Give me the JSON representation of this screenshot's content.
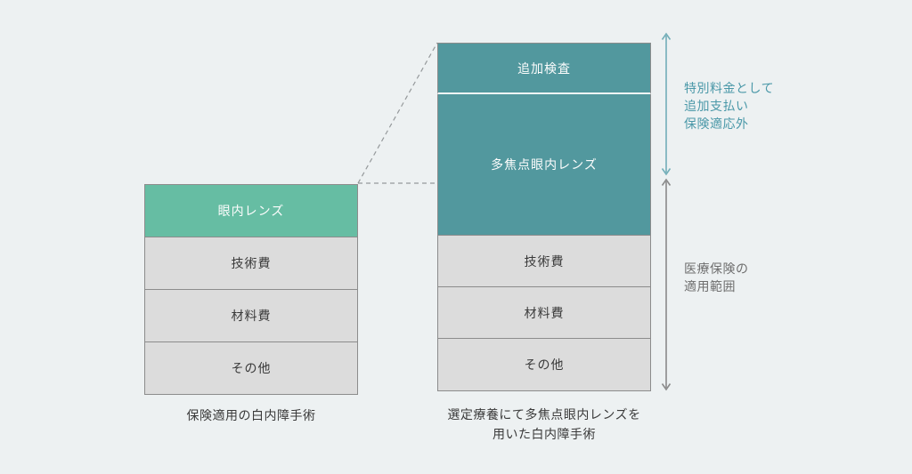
{
  "diagram": {
    "left_stack": {
      "caption": "保険適用の白内障手術",
      "segments": [
        {
          "label": "眼内レンズ"
        },
        {
          "label": "技術費"
        },
        {
          "label": "材料費"
        },
        {
          "label": "その他"
        }
      ]
    },
    "right_stack": {
      "caption": [
        "選定療養にて多焦点眼内レンズを",
        "用いた白内障手術"
      ],
      "segments": [
        {
          "label": "追加検査"
        },
        {
          "label": "多焦点眼内レンズ"
        },
        {
          "label": "技術費"
        },
        {
          "label": "材料費"
        },
        {
          "label": "その他"
        }
      ]
    },
    "annotations": {
      "extra_charge": {
        "lines": [
          "特別料金として",
          "追加支払い",
          "保険適応外"
        ]
      },
      "insurance_coverage": {
        "lines": [
          "医療保険の",
          "適用範囲"
        ]
      }
    },
    "colors": {
      "background": "#edf1f2",
      "green_segment": "#66bda3",
      "teal_segment": "#52989e",
      "gray_segment": "#dcdcdc",
      "segment_border": "#8c8c8c",
      "extra_annotation_text": "#4a98a8",
      "coverage_annotation_text": "#6e6e6e",
      "extra_arrow": "#72aeb8",
      "coverage_arrow": "#8a8a8a",
      "dashed_line": "#95999b"
    }
  }
}
